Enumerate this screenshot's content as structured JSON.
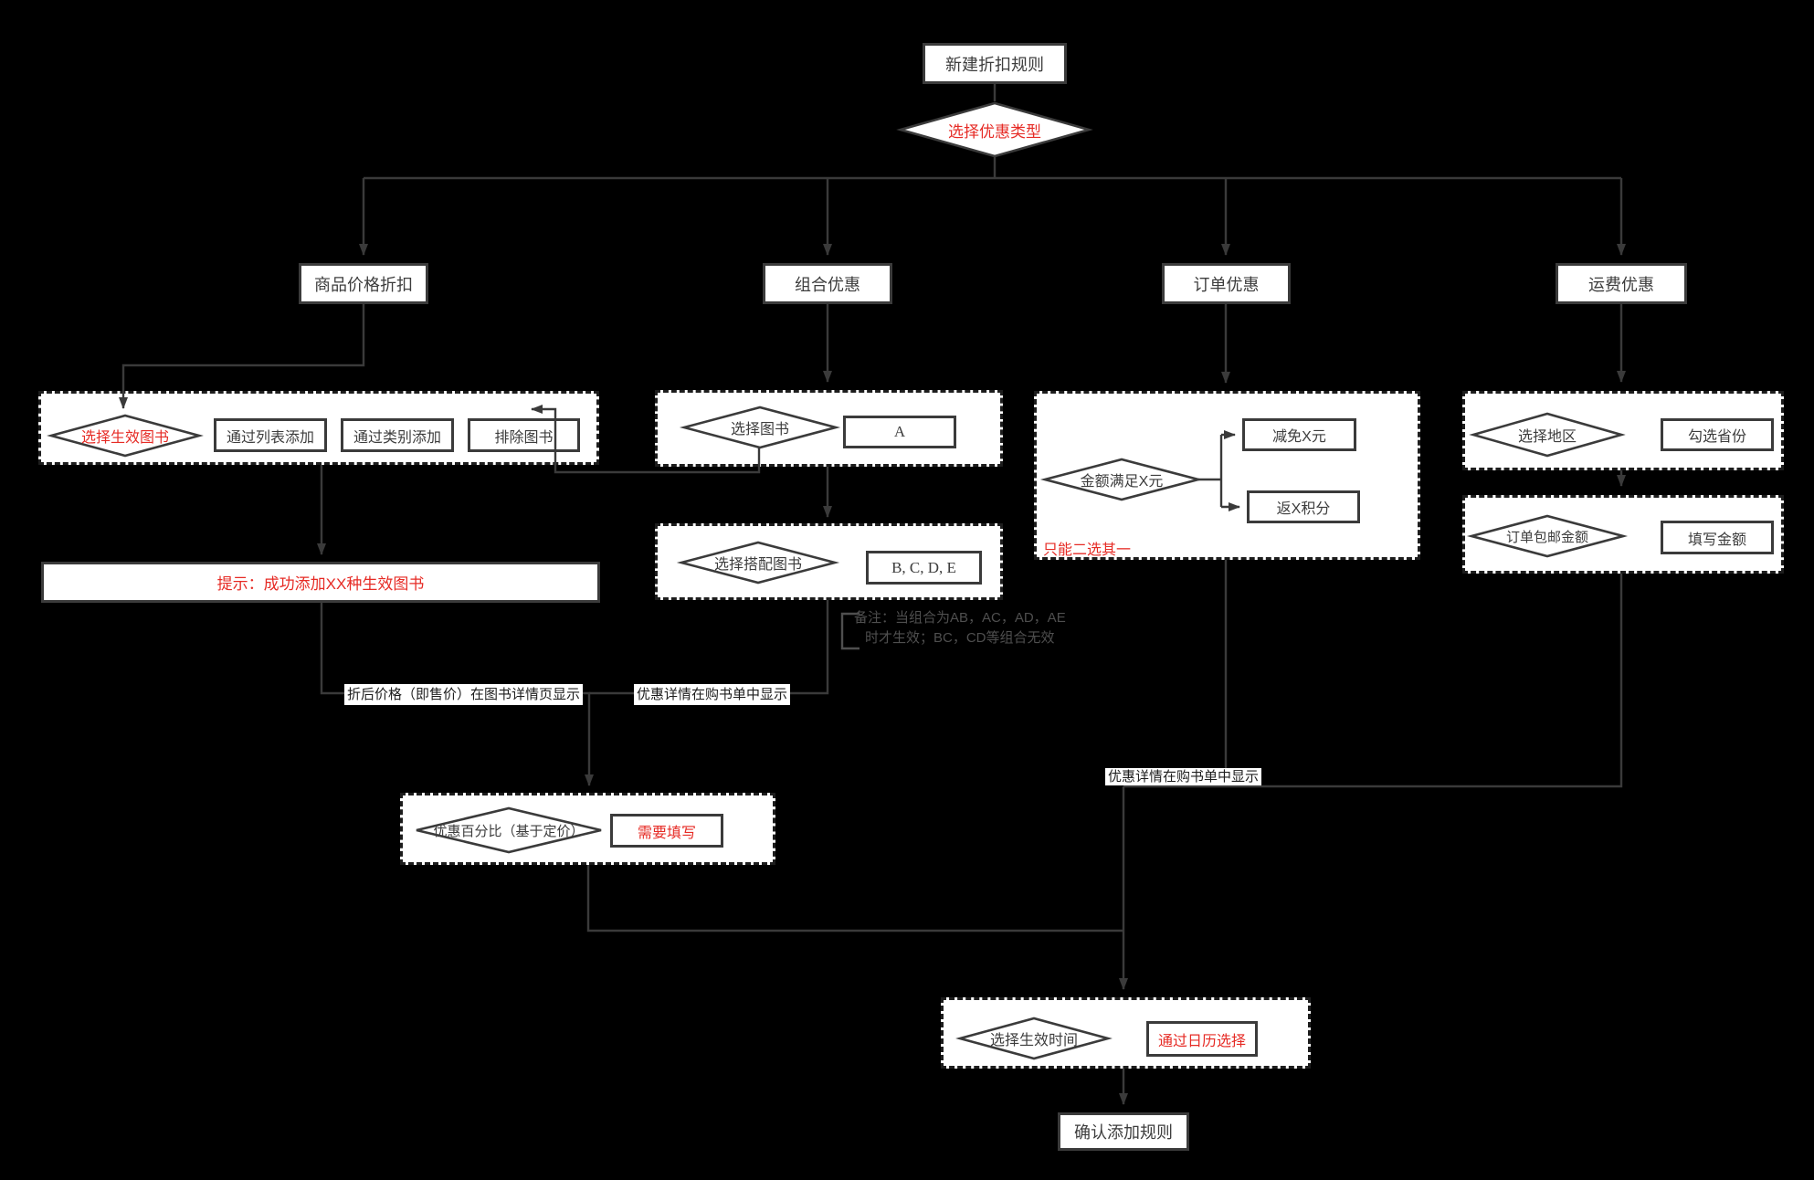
{
  "colors": {
    "background": "#000000",
    "node_fill": "#ffffff",
    "node_border": "#3b3b3b",
    "dashed_border": "#1d1d1d",
    "connector": "#3a3a3a",
    "accent_red": "#e62b25",
    "note_gray": "#4f4f4f",
    "text": "#3d3d3d"
  },
  "d": {
    "start": "新建折扣规则",
    "choose_type": "选择优惠类型",
    "branch_price": "商品价格折扣",
    "branch_combo": "组合优惠",
    "branch_order": "订单优惠",
    "branch_shipping": "运费优惠",
    "choose_books": "选择生效图书",
    "add_by_list": "通过列表添加",
    "add_by_category": "通过类别添加",
    "exclude_books": "排除图书",
    "tip": "提示：成功添加XX种生效图书",
    "choose_book": "选择图书",
    "book_a": "A",
    "choose_pair_books": "选择搭配图书",
    "books_bcde": "B, C, D, E",
    "note_line1": "备注：当组合为AB，AC，AD，AE",
    "note_line2": "时才生效；BC，CD等组合无效",
    "amount_over": "金额满足X元",
    "deduct": "减免X元",
    "points": "返X积分",
    "only_one": "只能二选其一",
    "choose_region": "选择地区",
    "check_province": "勾选省份",
    "free_ship_amount": "订单包邮金额",
    "fill_amount": "填写金额",
    "label_price_display": "折后价格（即售价）在图书详情页显示",
    "label_cart_display": "优惠详情在购书单中显示",
    "label_cart_display2": "优惠详情在购书单中显示",
    "discount_percent": "优惠百分比（基于定价）",
    "need_fill": "需要填写",
    "choose_time": "选择生效时间",
    "via_calendar": "通过日历选择",
    "confirm": "确认添加规则"
  }
}
